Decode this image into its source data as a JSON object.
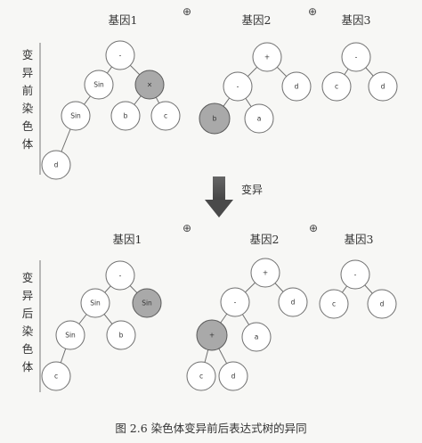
{
  "before": {
    "side_label": [
      "变",
      "异",
      "前",
      "染",
      "色",
      "体"
    ],
    "gene_titles": [
      "基因1",
      "基因2",
      "基因3"
    ],
    "join_symbol": "⊕",
    "gene1": {
      "root": "-",
      "sin_a": "Sin",
      "mult": "×",
      "sin_b": "Sin",
      "b": "b",
      "c": "c",
      "d": "d"
    },
    "gene2": {
      "plus": "+",
      "minus": "-",
      "d": "d",
      "b": "b",
      "a": "a"
    },
    "gene3": {
      "minus": "-",
      "c": "c",
      "d": "d"
    }
  },
  "mutation_label": "变异",
  "after": {
    "side_label": [
      "变",
      "异",
      "后",
      "染",
      "色",
      "体"
    ],
    "gene_titles": [
      "基因1",
      "基因2",
      "基因3"
    ],
    "join_symbol": "⊕",
    "gene1": {
      "root": "-",
      "sin_a": "Sin",
      "sin_mut": "Sin",
      "sin_b": "Sin",
      "b": "b",
      "c": "c"
    },
    "gene2": {
      "plus": "+",
      "minus": "-",
      "d": "d",
      "mult": "+",
      "a": "a",
      "c": "c",
      "d2": "d"
    },
    "gene3": {
      "minus": "-",
      "c": "c",
      "d": "d"
    }
  },
  "caption": "图 2.6  染色体变异前后表达式树的异同",
  "colors": {
    "mutated_fill": "#a9a9a9",
    "node_fill": "#ffffff",
    "arrow": "#555555"
  }
}
